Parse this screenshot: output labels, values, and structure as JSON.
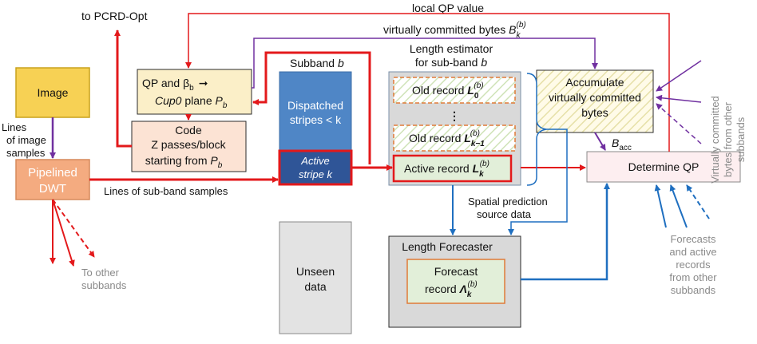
{
  "colors": {
    "red": "#e3191b",
    "purple": "#7030a0",
    "blue": "#1f6fc0",
    "image_box": "#f7d154",
    "dwt_box": "#f4ab80",
    "qp_box": "#fbefc8",
    "code_box": "#fce3d4",
    "subband_box": "#4f86c6",
    "estimator_box": "#d9d9d9",
    "determine_box": "#fdeef0",
    "forecaster_box": "#d9d9d9"
  },
  "labels": {
    "to_pcrd": "to PCRD-Opt",
    "local_qp": "local QP value",
    "virtually_committed": "virtually committed bytes",
    "virtually_committed_sym": "B",
    "image": "Image",
    "lines_image_samples": [
      "Lines",
      "of image",
      "samples"
    ],
    "pipelined_dwt": [
      "Pipelined",
      "DWT"
    ],
    "qp_line1": "QP and β",
    "qp_line1_sub": "b",
    "qp_line1_arrow": "➞",
    "qp_line2": "Cup0",
    "qp_line2_b": " plane ",
    "qp_line2_sym": "P",
    "code": [
      "Code",
      "Z passes/block",
      "starting from"
    ],
    "code_sym": "P",
    "subband_title": "Subband",
    "subband_title_sym": "b",
    "dispatched": [
      "Dispatched",
      "stripes < k"
    ],
    "active_stripe": [
      "Active",
      "stripe k"
    ],
    "length_estimator": [
      "Length estimator",
      "for sub-band"
    ],
    "length_estimator_sym": "b",
    "old_record": "Old record",
    "active_record": "Active record",
    "accumulate": [
      "Accumulate",
      "virtually committed",
      "bytes"
    ],
    "b_acc": "B",
    "b_acc_sub": "acc",
    "determine_qp": "Determine QP",
    "lines_subband_samples": "Lines of sub-band samples",
    "spatial_prediction": [
      "Spatial prediction",
      "source data"
    ],
    "length_forecaster": "Length Forecaster",
    "forecast_record": [
      "Forecast",
      "record"
    ],
    "forecast_sym": "Λ",
    "unseen": [
      "Unseen",
      "data"
    ],
    "to_other_subbands": [
      "To other",
      "subbands"
    ],
    "forecasts_active": [
      "Forecasts",
      "and active",
      "records",
      "from other",
      "subbands"
    ],
    "virtually_rotated": [
      "Virtually committed",
      "bytes from other",
      "subbands"
    ],
    "dots": "⋮"
  }
}
